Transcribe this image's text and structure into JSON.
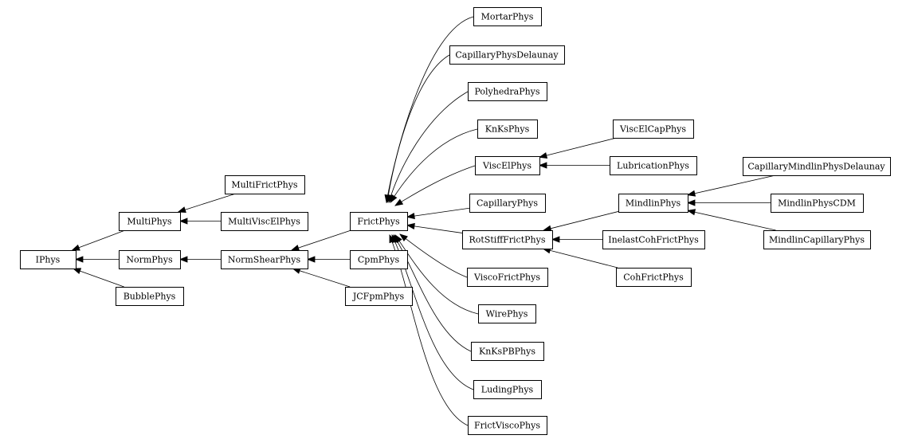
{
  "diagram": {
    "nodes": [
      {
        "id": "IPhys",
        "label": "IPhys"
      },
      {
        "id": "MultiPhys",
        "label": "MultiPhys"
      },
      {
        "id": "NormPhys",
        "label": "NormPhys"
      },
      {
        "id": "BubblePhys",
        "label": "BubblePhys"
      },
      {
        "id": "MultiFrictPhys",
        "label": "MultiFrictPhys"
      },
      {
        "id": "MultiViscElPhys",
        "label": "MultiViscElPhys"
      },
      {
        "id": "NormShearPhys",
        "label": "NormShearPhys"
      },
      {
        "id": "FrictPhys",
        "label": "FrictPhys"
      },
      {
        "id": "CpmPhys",
        "label": "CpmPhys"
      },
      {
        "id": "JCFpmPhys",
        "label": "JCFpmPhys"
      },
      {
        "id": "MortarPhys",
        "label": "MortarPhys"
      },
      {
        "id": "CapillaryPhysDelaunay",
        "label": "CapillaryPhysDelaunay"
      },
      {
        "id": "PolyhedraPhys",
        "label": "PolyhedraPhys"
      },
      {
        "id": "KnKsPhys",
        "label": "KnKsPhys"
      },
      {
        "id": "ViscElPhys",
        "label": "ViscElPhys"
      },
      {
        "id": "CapillaryPhys",
        "label": "CapillaryPhys"
      },
      {
        "id": "RotStiffFrictPhys",
        "label": "RotStiffFrictPhys"
      },
      {
        "id": "ViscoFrictPhys",
        "label": "ViscoFrictPhys"
      },
      {
        "id": "WirePhys",
        "label": "WirePhys"
      },
      {
        "id": "KnKsPBPhys",
        "label": "KnKsPBPhys"
      },
      {
        "id": "LudingPhys",
        "label": "LudingPhys"
      },
      {
        "id": "FrictViscoPhys",
        "label": "FrictViscoPhys"
      },
      {
        "id": "ViscElCapPhys",
        "label": "ViscElCapPhys"
      },
      {
        "id": "LubricationPhys",
        "label": "LubricationPhys"
      },
      {
        "id": "MindlinPhys",
        "label": "MindlinPhys"
      },
      {
        "id": "InelastCohFrictPhys",
        "label": "InelastCohFrictPhys"
      },
      {
        "id": "CohFrictPhys",
        "label": "CohFrictPhys"
      },
      {
        "id": "CapillaryMindlinPhysDelaunay",
        "label": "CapillaryMindlinPhysDelaunay"
      },
      {
        "id": "MindlinPhysCDM",
        "label": "MindlinPhysCDM"
      },
      {
        "id": "MindlinCapillaryPhys",
        "label": "MindlinCapillaryPhys"
      }
    ],
    "edges": [
      {
        "from": "MultiPhys",
        "to": "IPhys"
      },
      {
        "from": "NormPhys",
        "to": "IPhys"
      },
      {
        "from": "BubblePhys",
        "to": "IPhys"
      },
      {
        "from": "MultiFrictPhys",
        "to": "MultiPhys"
      },
      {
        "from": "MultiViscElPhys",
        "to": "MultiPhys"
      },
      {
        "from": "NormShearPhys",
        "to": "NormPhys"
      },
      {
        "from": "FrictPhys",
        "to": "NormShearPhys"
      },
      {
        "from": "CpmPhys",
        "to": "NormShearPhys"
      },
      {
        "from": "JCFpmPhys",
        "to": "NormShearPhys"
      },
      {
        "from": "MortarPhys",
        "to": "FrictPhys"
      },
      {
        "from": "CapillaryPhysDelaunay",
        "to": "FrictPhys"
      },
      {
        "from": "PolyhedraPhys",
        "to": "FrictPhys"
      },
      {
        "from": "KnKsPhys",
        "to": "FrictPhys"
      },
      {
        "from": "ViscElPhys",
        "to": "FrictPhys"
      },
      {
        "from": "CapillaryPhys",
        "to": "FrictPhys"
      },
      {
        "from": "RotStiffFrictPhys",
        "to": "FrictPhys"
      },
      {
        "from": "ViscoFrictPhys",
        "to": "FrictPhys"
      },
      {
        "from": "WirePhys",
        "to": "FrictPhys"
      },
      {
        "from": "KnKsPBPhys",
        "to": "FrictPhys"
      },
      {
        "from": "LudingPhys",
        "to": "FrictPhys"
      },
      {
        "from": "FrictViscoPhys",
        "to": "FrictPhys"
      },
      {
        "from": "ViscElCapPhys",
        "to": "ViscElPhys"
      },
      {
        "from": "LubricationPhys",
        "to": "ViscElPhys"
      },
      {
        "from": "MindlinPhys",
        "to": "RotStiffFrictPhys"
      },
      {
        "from": "InelastCohFrictPhys",
        "to": "RotStiffFrictPhys"
      },
      {
        "from": "CohFrictPhys",
        "to": "RotStiffFrictPhys"
      },
      {
        "from": "CapillaryMindlinPhysDelaunay",
        "to": "MindlinPhys"
      },
      {
        "from": "MindlinPhysCDM",
        "to": "MindlinPhys"
      },
      {
        "from": "MindlinCapillaryPhys",
        "to": "MindlinPhys"
      }
    ]
  }
}
